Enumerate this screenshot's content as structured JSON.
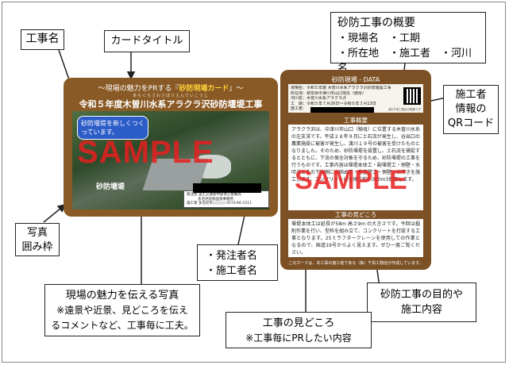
{
  "callouts": {
    "kouji_mei": "工事名",
    "card_title": "カードタイトル",
    "overview": {
      "title": "砂防工事の概要",
      "line1": "・現場名　・工期",
      "line2": "・所在地　・施工者　・河川名"
    },
    "contractor_qr": {
      "line1": "施工者",
      "line2": "情報の",
      "line3": "QRコード"
    },
    "photo_frame": {
      "line1": "写真",
      "line2": "囲み枠"
    },
    "orderer": {
      "line1": "・発注者名",
      "line2": "・施工者名"
    },
    "purpose": {
      "line1": "砂防工事の目的や",
      "line2": "施工内容"
    },
    "photo_desc": {
      "line1": "現場の魅力を伝える写真",
      "line2": "※遠景や近景、見どころを伝え",
      "line3": "るコメントなど、工事毎に工夫。"
    },
    "highlight": {
      "line1": "工事の見どころ",
      "line2": "※工事毎にPRしたい内容"
    }
  },
  "front_card": {
    "subtitle_pre": "〜現場の魅力をPRする『",
    "subtitle_highlight": "砂防現場カード",
    "subtitle_post": "』〜",
    "ruby": "あらくらさわさぼうえんていこうじ",
    "title": "令和５年度木曽川水系アラクラ沢砂防堰堤工事",
    "bubble_text": "砂防堰堤を新しくつくっています。",
    "photo_label": "砂防堰堤",
    "watermark": "SAMPLE",
    "info": {
      "label1": "発注者",
      "value1": "国土交通省中部地方整備局",
      "value1b": "多治見砂防国道事務所",
      "label2": "施工者",
      "value2": "多治見市○○○○",
      "phone": "0573-66-1511"
    }
  },
  "back_card": {
    "title": "砂防現場 - DATA",
    "rows": [
      "現場名：令和５年度 木曽川水系アラクラ沢砂防堰堤工事",
      "所在地：岐阜県中津川市山口地先（騎母）",
      "河川名：木曽川水系アラクラ沢",
      "工　期：令和５年７月26日〜令和６年３月13日",
      "施工者："
    ],
    "note": "(株)千鳥工務店の概要です",
    "section1_title": "工事概要",
    "section1_body": "アラクラ沢は、中津川市山口（騎母）に位置する木曽川水系の左支渓です。平成２８年９月に土石流が発生し、谷出口の農業施設に被害が発生し、渡川１９号の被害を受けたものとなりました。そのため、砂防堰堤を設置し、土石流を捕捉するとともに、下流の保全対象を守るため、砂防堰堤の工事を行うものです。工事内容は堰堤本体工・副堰堤工・側壁・水叩きとその下流側に床固め工・垂直壁工・側壁・水叩きを施工します。コンクリートは全体で約2,000m3使用します。",
    "section2_title": "工事の見どころ",
    "section2_body": "堰堤本体工は延長が58m 高さ9m の大きさです。今回は掘削作業を行い、型枠を組み立て、コンクリートを打設する工事となります。25ｔラフタークレーンを使用しての作業となるので、国道19号からよく見えます。ぜひ一度ご覧ください。",
    "watermark": "SAMPLE",
    "footer": "このカードは、本工事の施工者である（株）千鳥工務店が作成しています。"
  }
}
